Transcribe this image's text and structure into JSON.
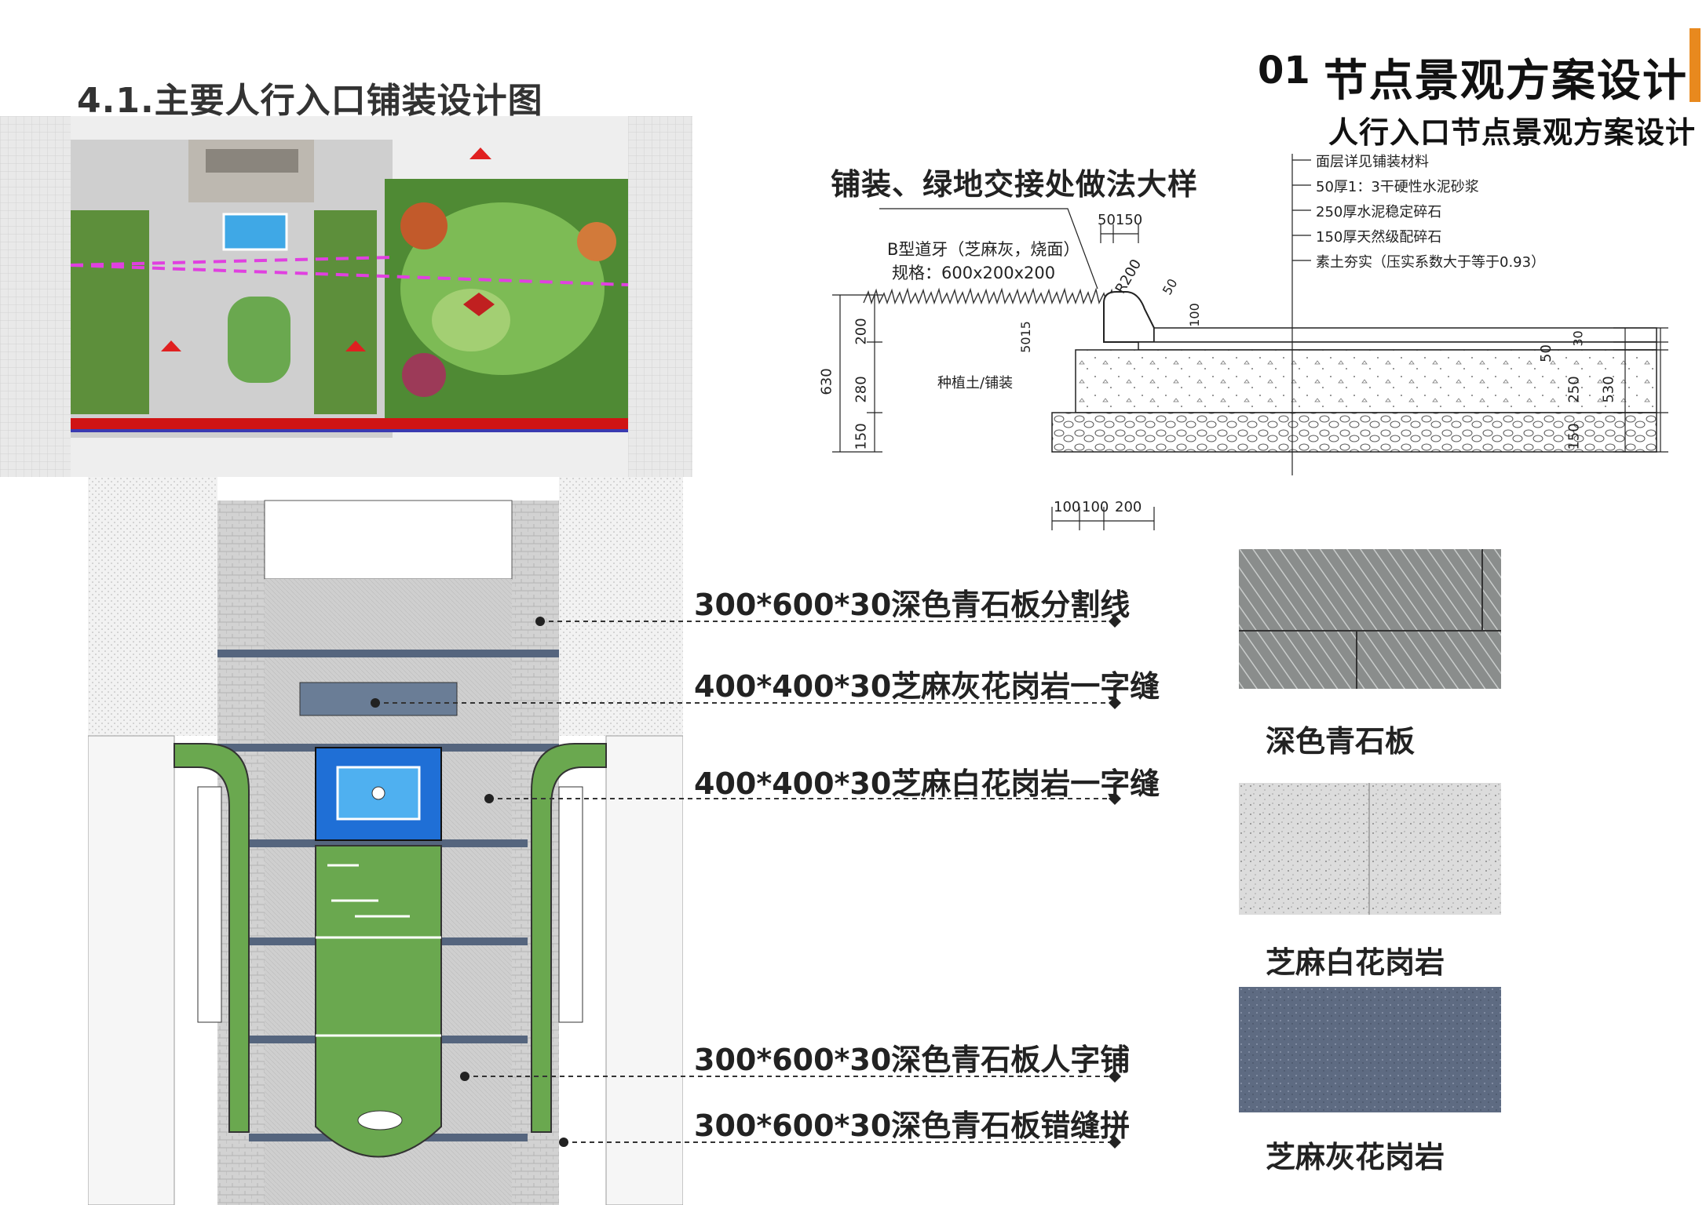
{
  "page": {
    "title": "4.1.主要人行入口铺装设计图",
    "section_number": "01",
    "section_title": "节点景观方案设计",
    "subtitle": "人行入口节点景观方案设计"
  },
  "detail": {
    "title": "铺装、绿地交接处做法大样",
    "curb_note_line1": "B型道牙（芝麻灰，烧面）",
    "curb_note_line2": "规格：600x200x200",
    "soil_label": "种植土/铺装",
    "layers": [
      "面层详见铺装材料",
      "50厚1：3干硬性水泥砂浆",
      "250厚水泥稳定碎石",
      "150厚天然级配碎石",
      "素土夯实（压实系数大于等于0.93）"
    ],
    "dims": {
      "top_spacing": "50150",
      "radius": "R200",
      "step_a": "50",
      "step_b": "100",
      "left_200": "200",
      "left_280": "280",
      "left_150": "150",
      "left_total": "630",
      "curb_5015": "5015",
      "right_50": "50",
      "right_30": "30",
      "right_250": "250",
      "right_150": "150",
      "right_total": "530",
      "bottom_100a": "100",
      "bottom_100b": "100",
      "bottom_200": "200"
    }
  },
  "callouts": [
    "300*600*30深色青石板分割线",
    "400*400*30芝麻灰花岗岩一字缝",
    "400*400*30芝麻白花岗岩一字缝",
    "300*600*30深色青石板人字铺",
    "300*600*30深色青石板错缝拼"
  ],
  "materials": [
    {
      "label": "深色青石板",
      "color": "#8a8d8c"
    },
    {
      "label": "芝麻白花岗岩",
      "color": "#dcdcdc"
    },
    {
      "label": "芝麻灰花岗岩",
      "color": "#5e6b82"
    }
  ],
  "colors": {
    "accent": "#e8891e",
    "lawn": "#6aa84f",
    "water": "#1f6fd6",
    "paving": "#c8c8c8",
    "dark_stone": "#55657e",
    "red_edge": "#d01414",
    "magenta_line": "#e040e0"
  }
}
